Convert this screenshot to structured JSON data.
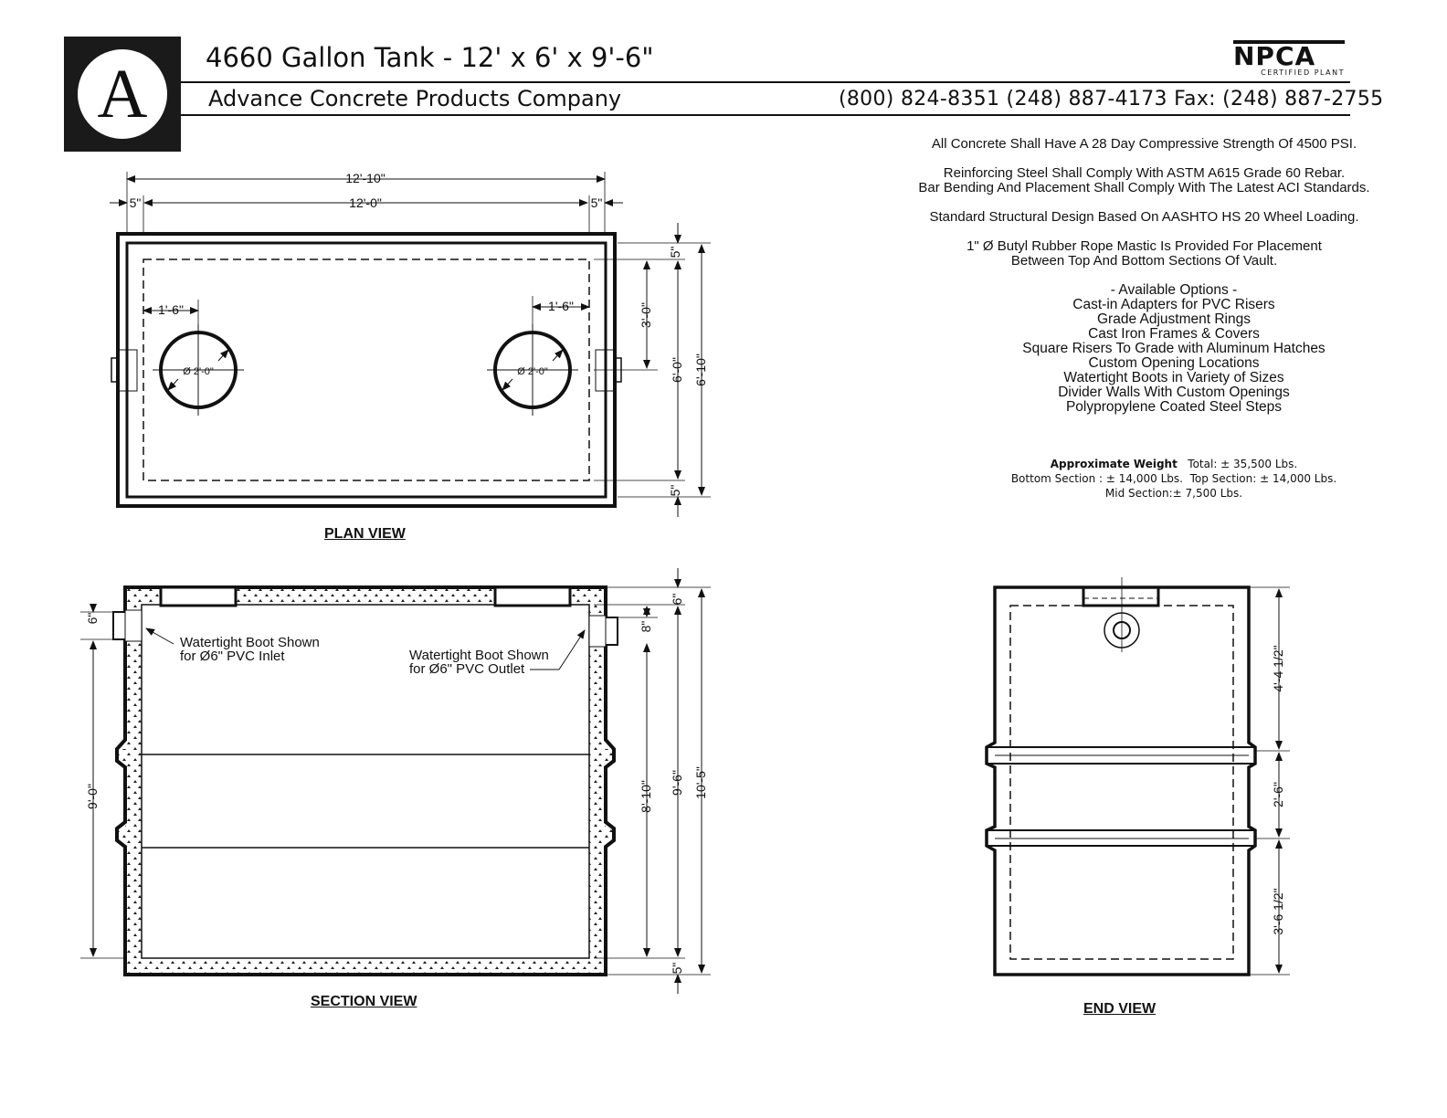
{
  "header": {
    "logo_letter": "A",
    "title": "4660 Gallon Tank - 12' x 6' x 9'-6\"",
    "company": "Advance Concrete Products Company",
    "phones": "(800) 824-8351  (248) 887-4173 Fax: (248)  887-2755",
    "badge_main": "NPCA",
    "badge_sub": "CERTIFIED PLANT"
  },
  "notes": [
    "All Concrete Shall Have A 28 Day Compressive Strength Of 4500 PSI.",
    "Reinforcing Steel Shall Comply With ASTM A615 Grade 60 Rebar.",
    "Bar Bending And Placement Shall Comply With The Latest ACI Standards.",
    "Standard Structural Design Based On AASHTO HS 20 Wheel Loading.",
    "1\" Ø Butyl Rubber Rope Mastic Is Provided For Placement",
    "Between Top And Bottom Sections Of Vault."
  ],
  "options": {
    "heading": "- Available Options -",
    "items": [
      "Cast-in Adapters for PVC Risers",
      "Grade Adjustment Rings",
      "Cast Iron Frames & Covers",
      "Square Risers To Grade with Aluminum Hatches",
      "Custom Opening Locations",
      "Watertight Boots in Variety of Sizes",
      "Divider Walls With Custom Openings",
      "Polypropylene Coated Steel Steps"
    ]
  },
  "weights": {
    "label": "Approximate Weight",
    "total": "Total:  ± 35,500 Lbs.",
    "bottom": "Bottom Section : ± 14,000 Lbs.",
    "top": "Top Section: ±  14,000 Lbs.",
    "mid": "Mid Section:± 7,500 Lbs."
  },
  "views": {
    "plan": "PLAN VIEW",
    "section": "SECTION VIEW",
    "end": "END VIEW"
  },
  "plan_dims": {
    "overall_len": "12'-10\"",
    "inner_len": "12'-0\"",
    "wall_left": "5\"",
    "wall_right": "5\"",
    "offset_left": "1'-6\"",
    "offset_right": "1'-6\"",
    "opening_left": "Ø 2'-0\"",
    "opening_right": "Ø 2'-0\"",
    "top_wall": "5\"",
    "half_width": "3'-0\"",
    "inner_width": "6'-0\"",
    "outer_width": "6'-10\"",
    "bottom_wall": "5\""
  },
  "section_dims": {
    "inlet_drop": "6\"",
    "height_9": "9'-0\"",
    "inlet_note_1": "Watertight Boot Shown",
    "inlet_note_2": "for Ø6\" PVC Inlet",
    "outlet_note_1": "Watertight Boot Shown",
    "outlet_note_2": "for Ø6\" PVC Outlet",
    "outlet_drop": "8\"",
    "height_8_10": "8'-10\"",
    "height_9_6": "9'-6\"",
    "height_10_5": "10'-5\"",
    "top_slab": "6\"",
    "bottom_slab": "5\""
  },
  "end_dims": {
    "top_section": "4'-4 1/2\"",
    "mid_section": "2'-6\"",
    "bottom_section": "3'-6 1/2\""
  }
}
